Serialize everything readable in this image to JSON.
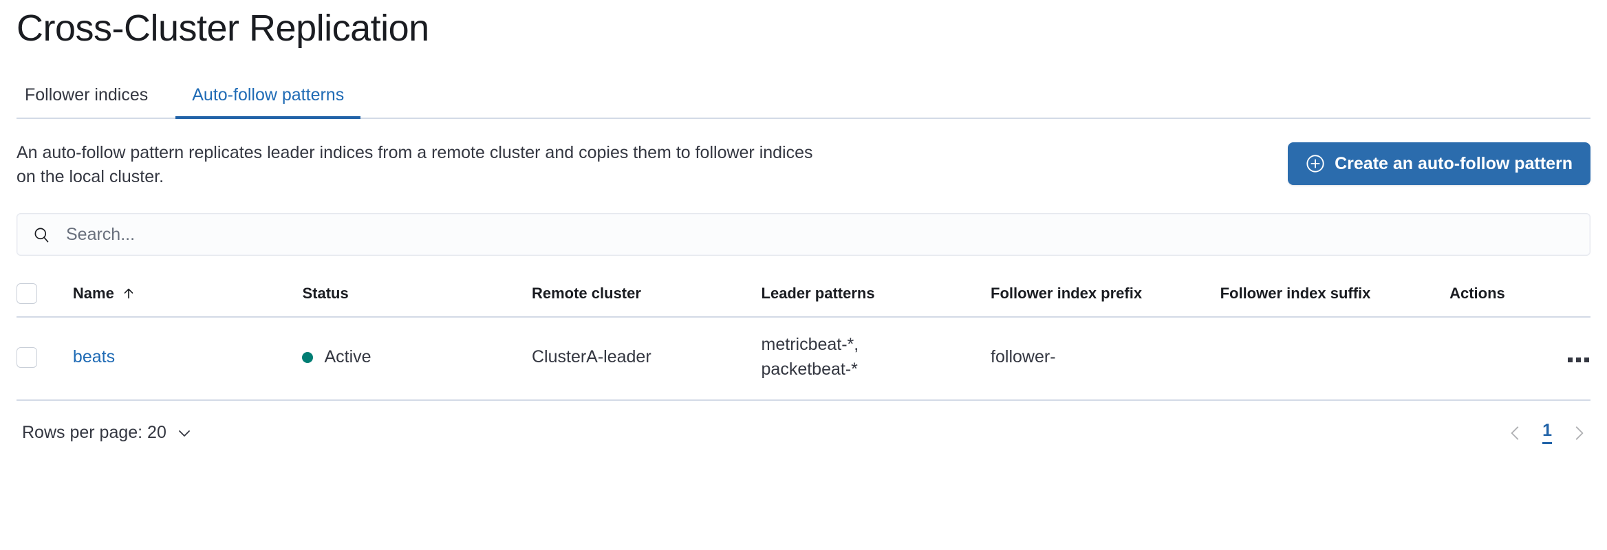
{
  "header": {
    "title": "Cross-Cluster Replication"
  },
  "tabs": [
    {
      "label": "Follower indices",
      "active": false
    },
    {
      "label": "Auto-follow patterns",
      "active": true
    }
  ],
  "description": {
    "text": "An auto-follow pattern replicates leader indices from a remote cluster and copies them to follower indices on the local cluster."
  },
  "create_button": {
    "label": "Create an auto-follow pattern",
    "icon": "plus-in-circle-icon",
    "background": "#2b6cad",
    "text_color": "#ffffff"
  },
  "search": {
    "placeholder": "Search...",
    "value": "",
    "icon": "search-icon"
  },
  "table": {
    "columns": [
      {
        "label": "Name",
        "sorted": "asc",
        "sort_icon": "arrow-up-icon"
      },
      {
        "label": "Status"
      },
      {
        "label": "Remote cluster"
      },
      {
        "label": "Leader patterns"
      },
      {
        "label": "Follower index prefix"
      },
      {
        "label": "Follower index suffix"
      },
      {
        "label": "Actions"
      }
    ],
    "rows": [
      {
        "selected": false,
        "name": "beats",
        "status": "Active",
        "status_color": "#017d73",
        "remote_cluster": "ClusterA-leader",
        "leader_patterns": [
          "metricbeat-*,",
          "packetbeat-*"
        ],
        "follower_index_prefix": "follower-",
        "follower_index_suffix": "",
        "actions_icon": "kebab-menu-icon"
      }
    ]
  },
  "footer": {
    "rows_per_page_label": "Rows per page: 20",
    "pagination": {
      "prev_icon": "chevron-left-icon",
      "next_icon": "chevron-right-icon",
      "current_page": "1"
    }
  }
}
